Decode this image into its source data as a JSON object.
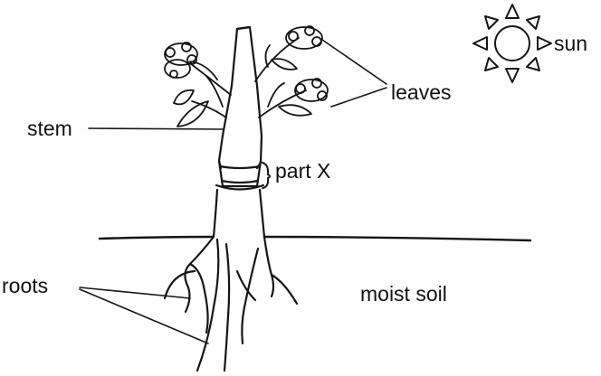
{
  "labels": {
    "sun": "sun",
    "leaves": "leaves",
    "stem": "stem",
    "part_x": "part X",
    "roots": "roots",
    "moist_soil": "moist soil"
  }
}
